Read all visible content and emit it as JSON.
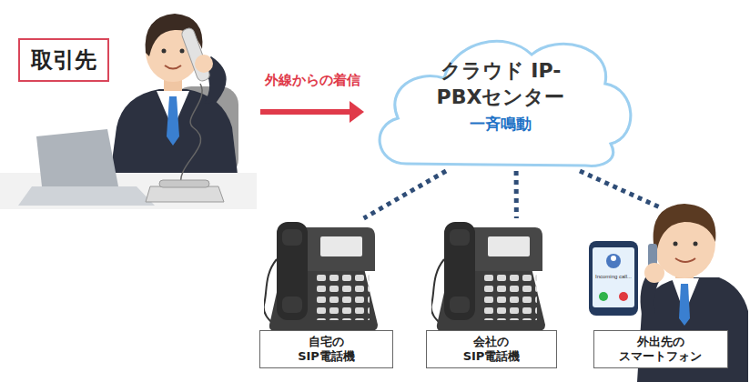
{
  "diagram": {
    "nodes": [
      {
        "text": [
          "取引先"
        ]
      },
      {
        "text": [
          "クラウド IP-PBXセンター",
          "一斉鳴動"
        ]
      },
      {
        "text": [
          "自宅の SIP電話機"
        ]
      },
      {
        "text": [
          "会社の SIP電話機"
        ]
      },
      {
        "text": [
          "外出先の スマートフォン"
        ]
      }
    ],
    "edges": [
      {
        "from": 0,
        "to": 1,
        "arrow": "to",
        "label": "外線からの着信"
      },
      {
        "from": 1,
        "to": 2,
        "arrow": "none"
      },
      {
        "from": 1,
        "to": 3,
        "arrow": "none"
      },
      {
        "from": 1,
        "to": 4,
        "arrow": "none"
      }
    ],
    "labels": [
      "Incoming call..."
    ]
  }
}
